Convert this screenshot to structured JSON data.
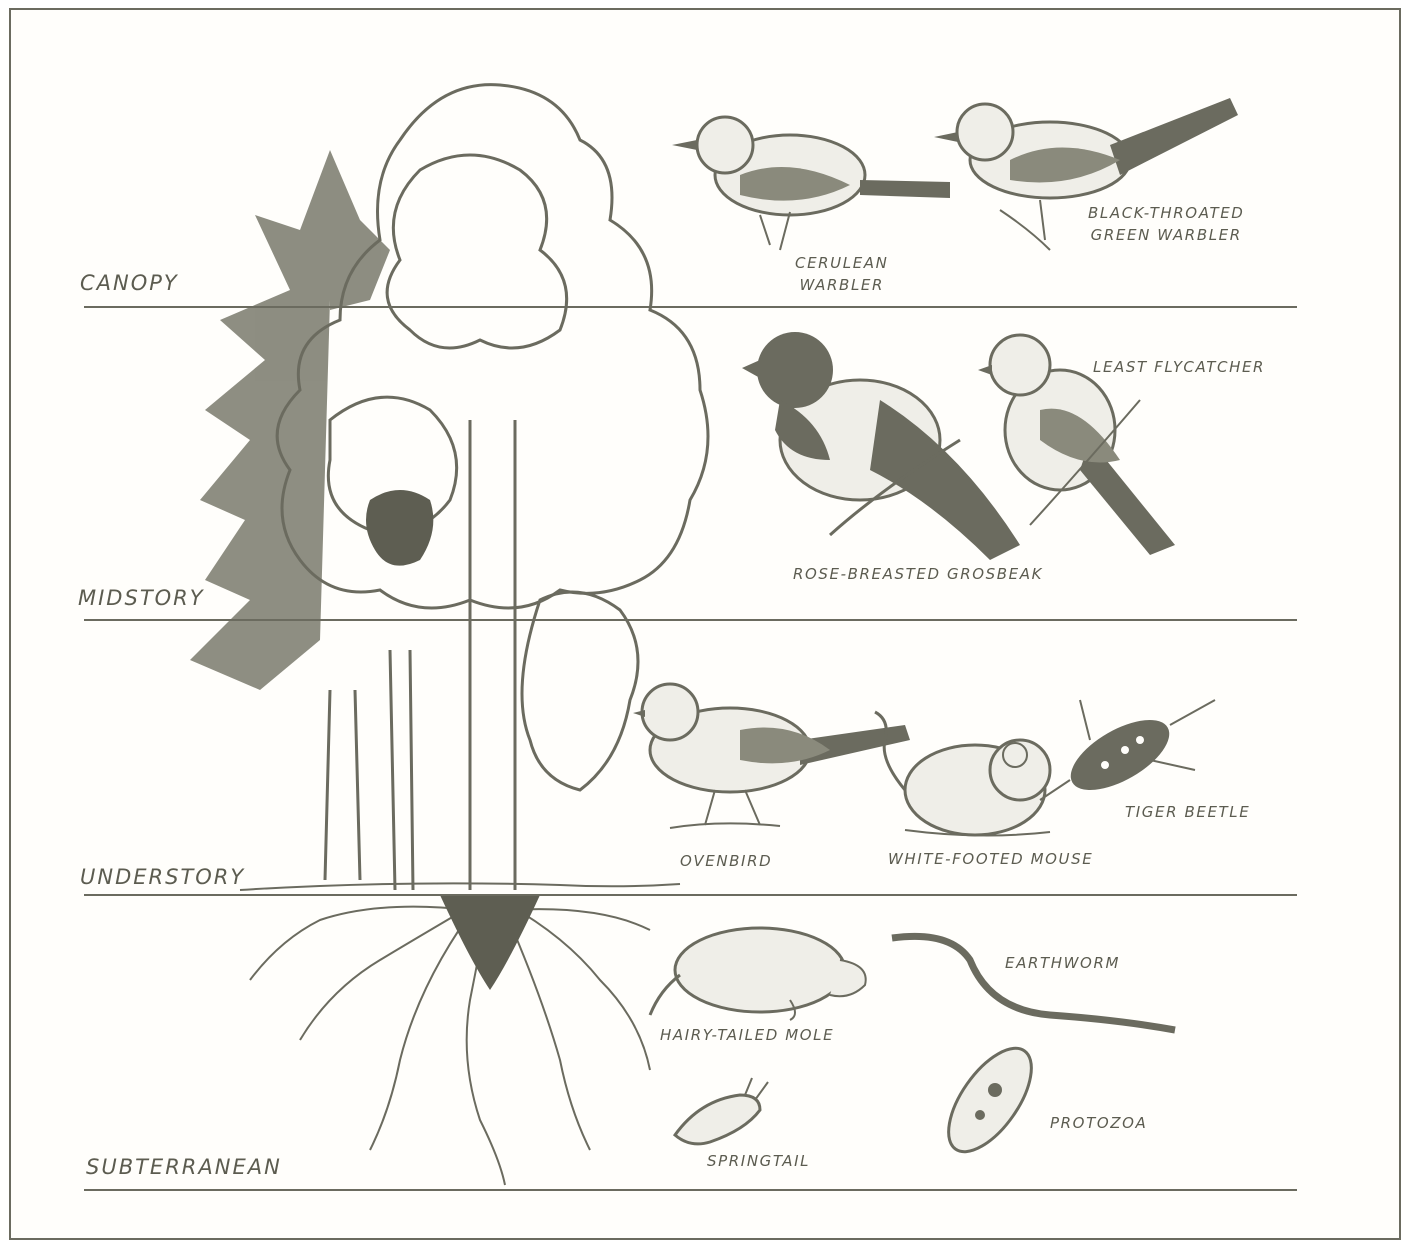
{
  "colors": {
    "ink": "#6b6b5f",
    "paper": "#fffefb",
    "text": "#5c5c50"
  },
  "layers": [
    {
      "label": "CANOPY"
    },
    {
      "label": "MIDSTORY"
    },
    {
      "label": "UNDERSTORY"
    },
    {
      "label": "SUBTERRANEAN"
    }
  ],
  "species": {
    "cerulean_warbler": "CERULEAN\nWARBLER",
    "black_throated_green_warbler": "BLACK-THROATED\nGREEN WARBLER",
    "least_flycatcher": "LEAST FLYCATCHER",
    "rose_breasted_grosbeak": "ROSE-BREASTED GROSBEAK",
    "ovenbird": "OVENBIRD",
    "white_footed_mouse": "WHITE-FOOTED MOUSE",
    "tiger_beetle": "TIGER BEETLE",
    "earthworm": "EARTHWORM",
    "hairy_tailed_mole": "HAIRY-TAILED MOLE",
    "springtail": "SPRINGTAIL",
    "protozoa": "PROTOZOA"
  }
}
